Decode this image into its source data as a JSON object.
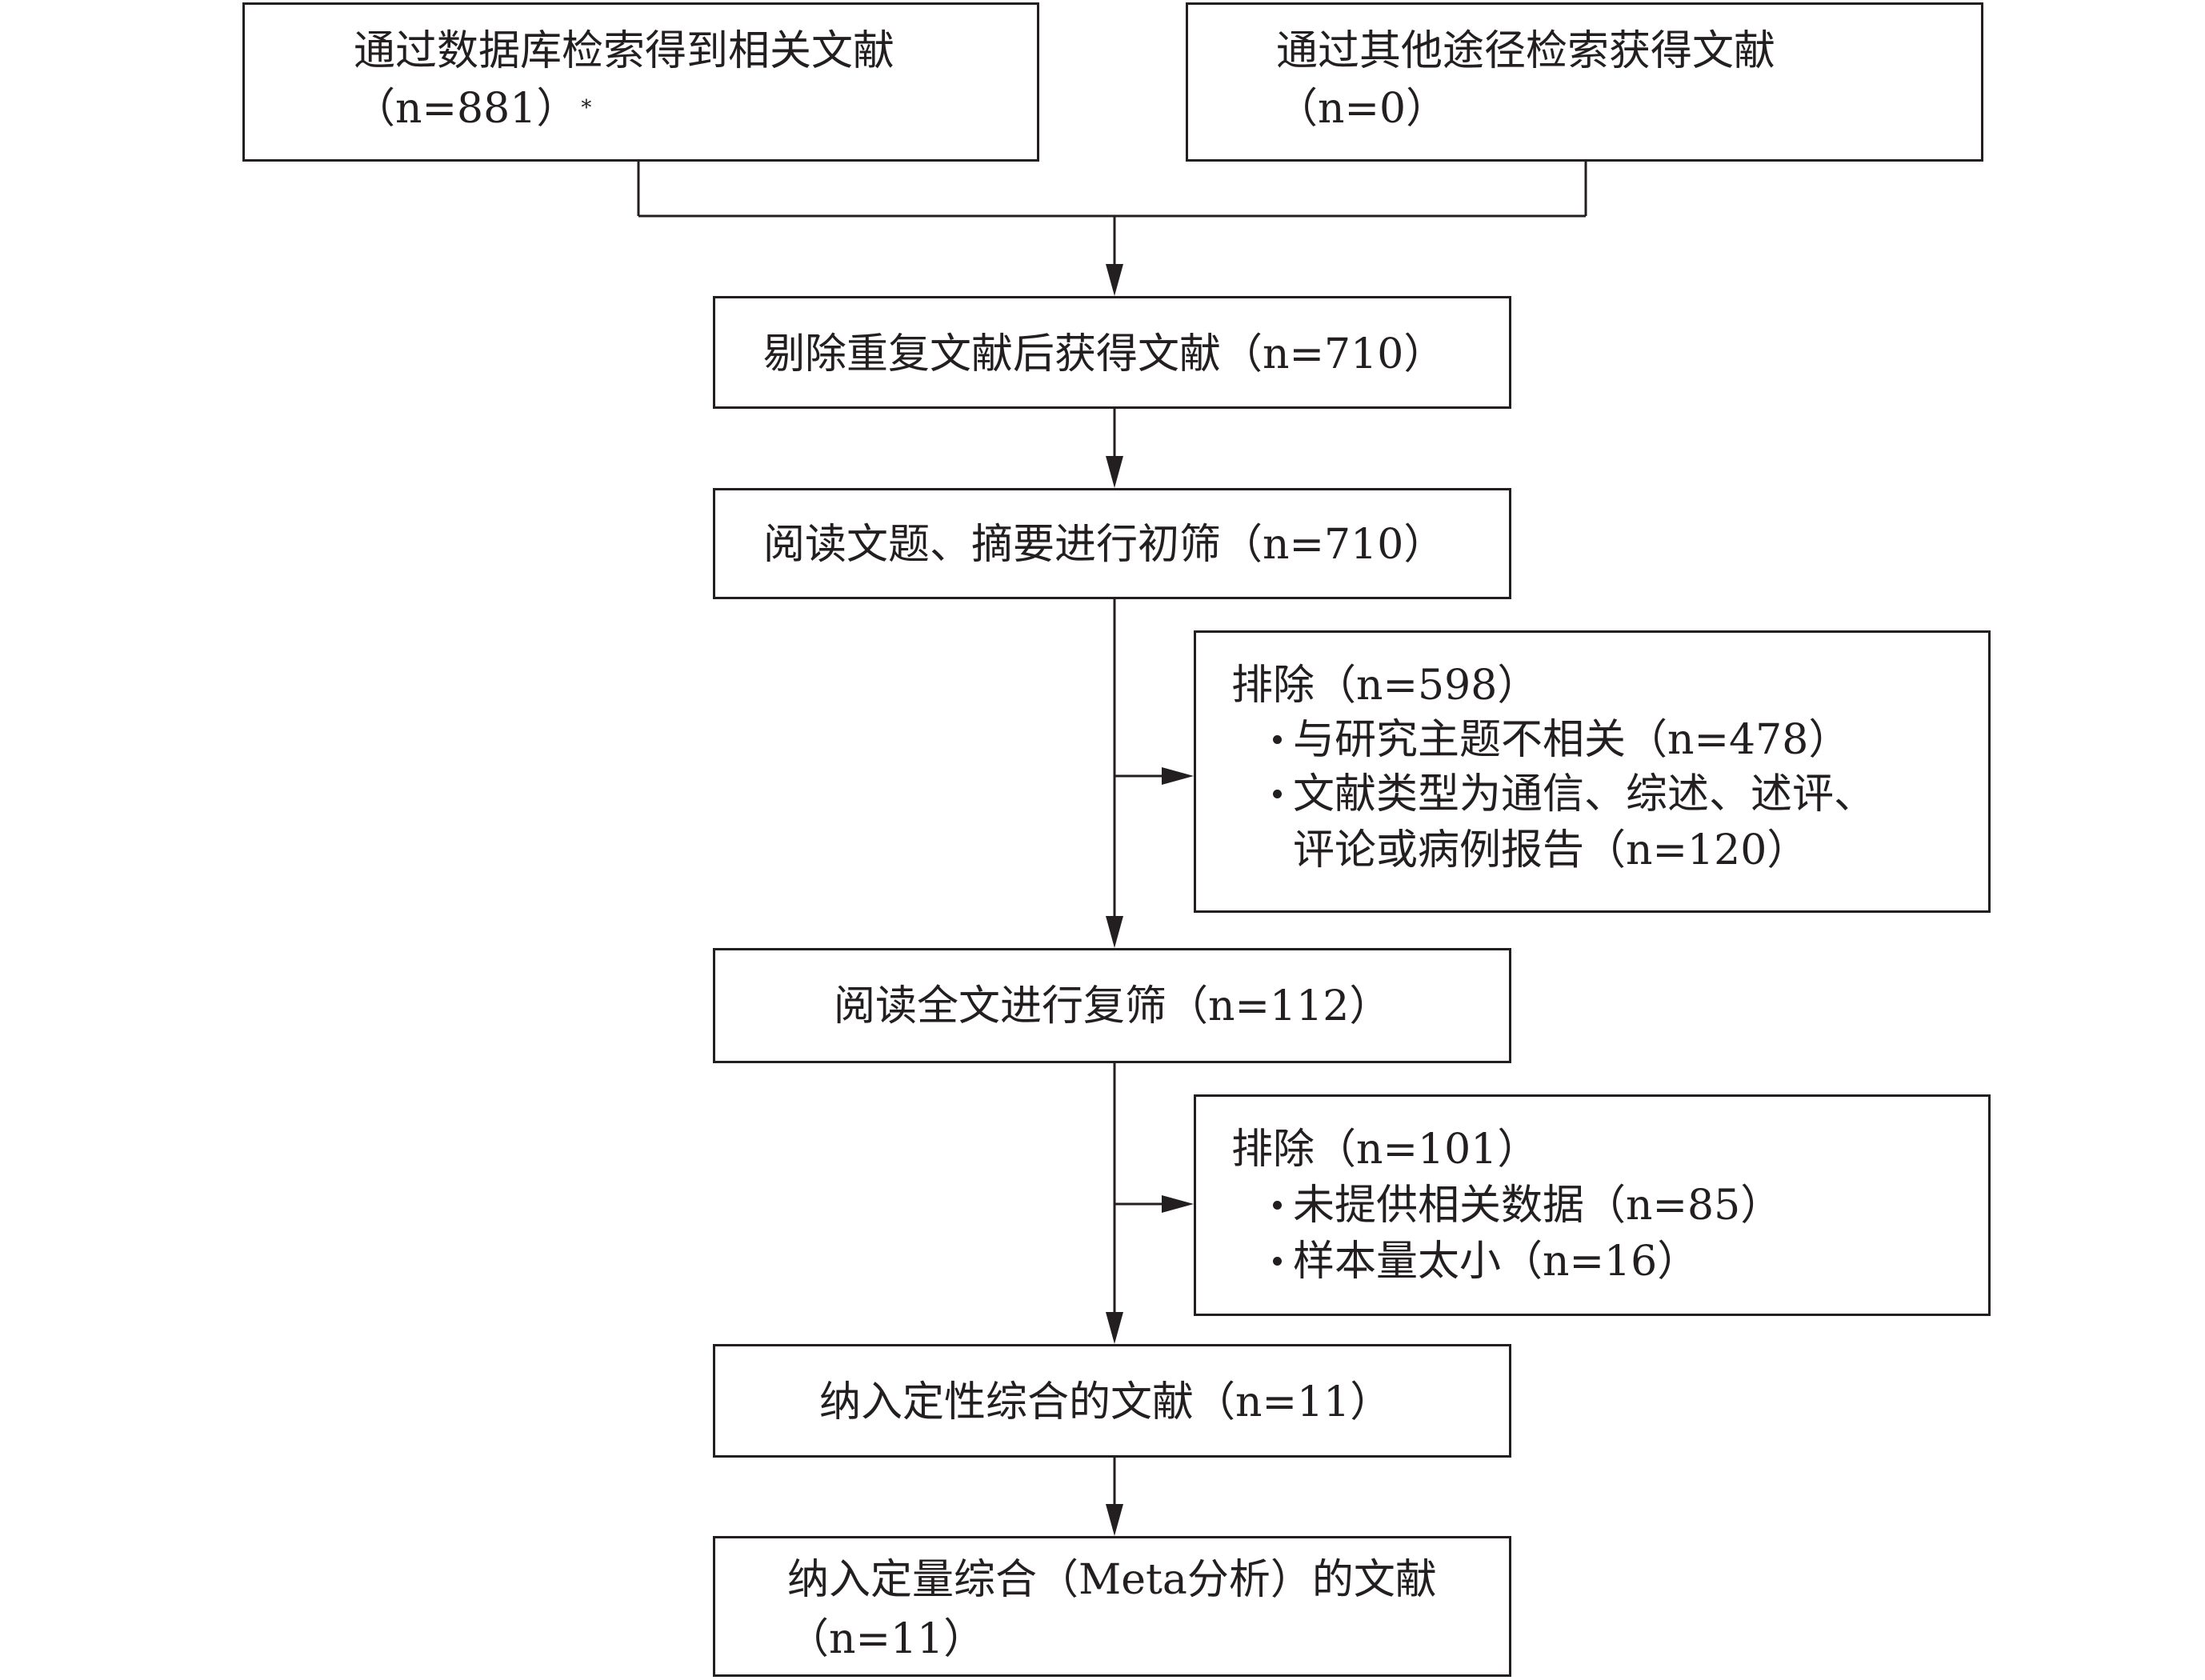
{
  "nodes": {
    "database_search": {
      "line1": "通过数据库检索得到相关文献",
      "line2": "（n=881）",
      "footnote_mark": "*"
    },
    "other_search": {
      "line1": "通过其他途径检索获得文献",
      "line2": "（n=0）"
    },
    "after_dedup": {
      "text": "剔除重复文献后获得文献（n=710）"
    },
    "title_abstract_screen": {
      "text": "阅读文题、摘要进行初筛（n=710）"
    },
    "exclusion_1": {
      "heading": "排除（n=598）",
      "items": [
        "与研究主题不相关（n=478）",
        "文献类型为通信、综述、述评、"
      ],
      "item_continuation": "评论或病例报告（n=120）"
    },
    "fulltext_screen": {
      "text": "阅读全文进行复筛（n=112）"
    },
    "exclusion_2": {
      "heading": "排除（n=101）",
      "items": [
        "未提供相关数据（n=85）",
        "样本量太小（n=16）"
      ]
    },
    "qualitative": {
      "text": "纳入定性综合的文献（n=11）"
    },
    "quantitative": {
      "line1": "纳入定量综合（Meta分析）的文献",
      "line2": "（n=11）"
    }
  }
}
